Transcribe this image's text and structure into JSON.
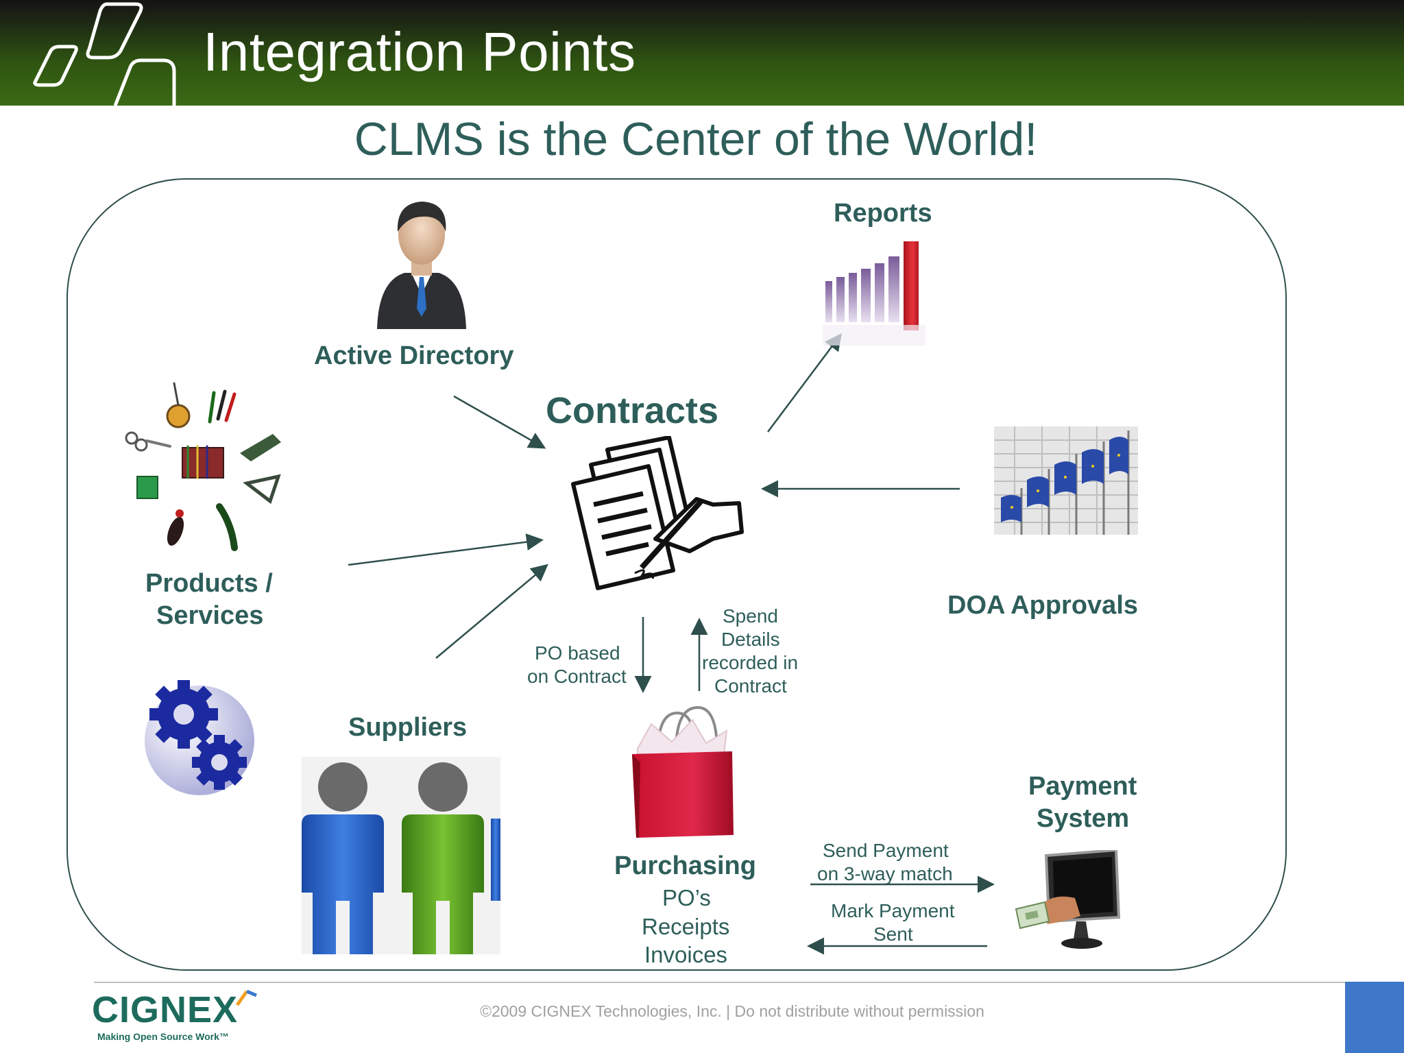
{
  "slide": {
    "title": "Integration Points",
    "subtitle": "CLMS is the Center of the World!"
  },
  "nodes": {
    "active_directory": "Active Directory",
    "reports": "Reports",
    "contracts": "Contracts",
    "products_line1": "Products /",
    "products_line2": "Services",
    "doa": "DOA Approvals",
    "suppliers": "Suppliers",
    "payment_line1": "Payment",
    "payment_line2": "System",
    "purchasing": "Purchasing",
    "purchasing_items": [
      "PO’s",
      "Receipts",
      "Invoices"
    ]
  },
  "edge_labels": {
    "po_line1": "PO based",
    "po_line2": "on Contract",
    "spend": [
      "Spend",
      "Details",
      "recorded in",
      "Contract"
    ],
    "send_line1": "Send Payment",
    "send_line2": "on 3-way match",
    "mark_line1": "Mark Payment",
    "mark_line2": "Sent"
  },
  "footer": {
    "copyright": "©2009 CIGNEX Technologies, Inc. | Do not distribute without permission",
    "brand": "CIGNEX",
    "tagline": "Making Open Source Work™"
  },
  "colors": {
    "label": "#2e5e5a",
    "accent_blue": "#3f78c9",
    "header_green": "#3b6a14"
  }
}
